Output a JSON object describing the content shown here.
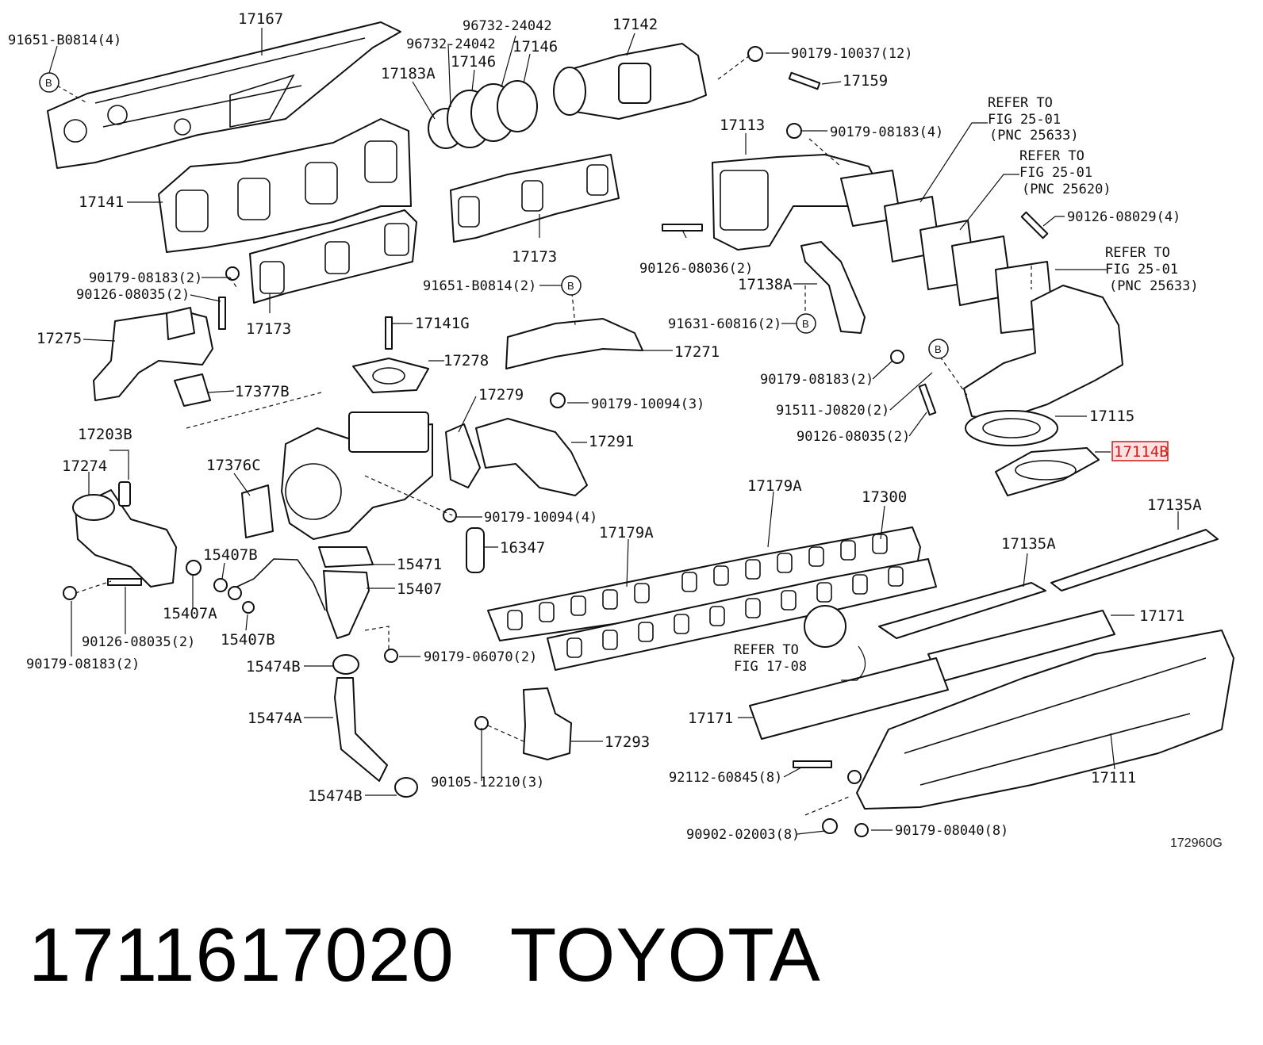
{
  "parts": {
    "p17167": "17167",
    "p91651_b0814_4": "91651-B0814(4)",
    "p96732_a": "96732-24042",
    "p96732_b": "96732-24042",
    "p17183A": "17183A",
    "p17146_a": "17146",
    "p17146_b": "17146",
    "p17142": "17142",
    "p90179_10037": "90179-10037(12)",
    "p17159": "17159",
    "p17113": "17113",
    "p90179_08183_4": "90179-08183(4)",
    "p17141": "17141",
    "p17173_a": "17173",
    "p17173_b": "17173",
    "p90126_08036": "90126-08036(2)",
    "p90126_08029": "90126-08029(4)",
    "p17138A": "17138A",
    "p90179_08183_2a": "90179-08183(2)",
    "p90126_08035_2a": "90126-08035(2)",
    "p91651_b0814_2": "91651-B0814(2)",
    "p91631_60816": "91631-60816(2)",
    "p17275": "17275",
    "p17141G": "17141G",
    "p17271": "17271",
    "p17278": "17278",
    "p17377B": "17377B",
    "p90179_08183_2b": "90179-08183(2)",
    "p91511_j0820": "91511-J0820(2)",
    "p90126_08035_2b": "90126-08035(2)",
    "p17279": "17279",
    "p90179_10094_3": "90179-10094(3)",
    "p17115": "17115",
    "p17114B": "17114B",
    "p17203B": "17203B",
    "p17274": "17274",
    "p17376C": "17376C",
    "p17291": "17291",
    "p90179_10094_4": "90179-10094(4)",
    "p17179A_a": "17179A",
    "p17300": "17300",
    "p17135A_a": "17135A",
    "p17179A_b": "17179A",
    "p15407B_a": "15407B",
    "p15471": "15471",
    "p16347": "16347",
    "p17135A_b": "17135A",
    "p15407": "15407",
    "p15407A": "15407A",
    "p15407B_b": "15407B",
    "p90126_08035_2c": "90126-08035(2)",
    "p90179_08183_2c": "90179-08183(2)",
    "p90179_06070": "90179-06070(2)",
    "p15474B_a": "15474B",
    "p17171_a": "17171",
    "p17171_b": "17171",
    "p15474A": "15474A",
    "p17293": "17293",
    "p90105_12210": "90105-12210(3)",
    "p15474B_b": "15474B",
    "p92112_60845": "92112-60845(8)",
    "p17111": "17111",
    "p90902_02003": "90902-02003(8)",
    "p90179_08040": "90179-08040(8)"
  },
  "refs": {
    "r1_l1": "REFER TO",
    "r1_l2": "FIG 25-01",
    "r1_l3": "(PNC 25633)",
    "r2_l1": "REFER TO",
    "r2_l2": "FIG 25-01",
    "r2_l3": "(PNC 25620)",
    "r3_l1": "REFER TO",
    "r3_l2": "FIG 25-01",
    "r3_l3": "(PNC 25633)",
    "r4_l1": "REFER TO",
    "r4_l2": "FIG 17-08"
  },
  "bubble_letter": "B",
  "figure_code": "172960G",
  "highlighted_part": "17114B",
  "highlight_color": "#d01818",
  "caption": {
    "part_number": "1711617020",
    "brand": "TOYOTA"
  }
}
